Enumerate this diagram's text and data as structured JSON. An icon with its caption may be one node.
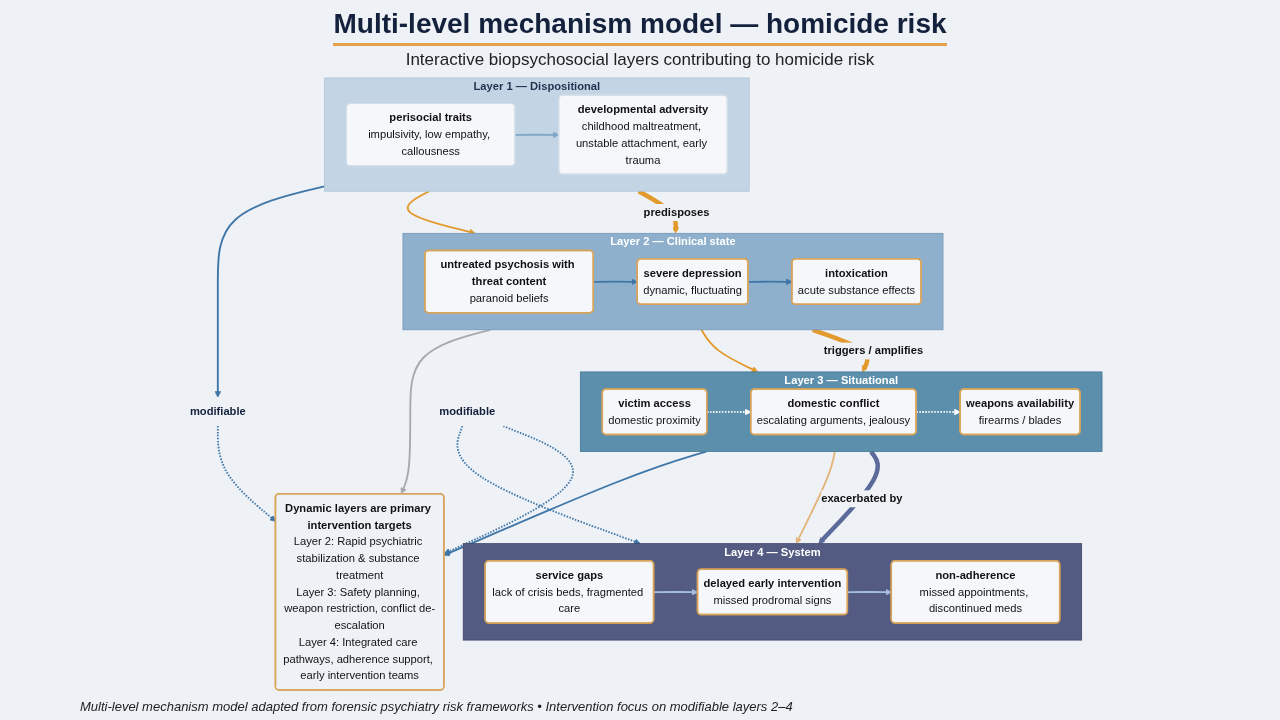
{
  "diagram": {
    "title": "Multi-level mechanism model — homicide risk",
    "caption": "Multi-level mechanism model adapted from forensic psychiatry risk frameworks • Intervention focus on modifiable layers 2–4",
    "nodes": [
      {
        "text": [
          "Layer 1 — Dispositional"
        ]
      },
      {
        "text": [
          "perisocial traits",
          "impulsivity, low empathy, callousness"
        ],
        "in": 0
      },
      {
        "text": [
          "developmental adversity",
          "childhood maltreatment, unstable attachment, early trauma"
        ],
        "in": 0
      },
      {
        "text": [
          "Layer 2 — Clinical state"
        ]
      },
      {
        "text": [
          "untreated psychosis with threat content",
          "paranoid beliefs"
        ],
        "in": 3
      },
      {
        "text": [
          "severe depression",
          "dynamic, fluctuating"
        ],
        "in": 3
      },
      {
        "text": [
          "intoxication",
          "acute substance effects"
        ],
        "in": 3
      },
      {
        "text": [
          "Layer 3 — Situational"
        ]
      },
      {
        "text": [
          "victim access",
          "domestic proximity"
        ],
        "in": 7
      },
      {
        "text": [
          "domestic conflict",
          "escalating arguments, jealousy"
        ],
        "in": 7
      },
      {
        "text": [
          "weapons availability",
          "firearms / blades"
        ],
        "in": 7
      },
      {
        "text": [
          "Layer 4 — System"
        ]
      },
      {
        "text": [
          "service gaps",
          "lack of crisis beds, fragmented care"
        ],
        "in": 11
      },
      {
        "text": [
          "delayed early intervention",
          "missed prodromal signs"
        ],
        "in": 11
      },
      {
        "text": [
          "non-adherence",
          "missed appointments, discontinued meds"
        ],
        "in": 11
      },
      {
        "text": [
          "modifiable"
        ]
      },
      {
        "text": [
          "Dynamic layers are primary intervention targets",
          "Layer 2: Rapid psychiatric stabilization & substance treatment",
          "Layer 3: Safety planning, weapon restriction, conflict de-escalation",
          "Layer 4: Integrated care pathways, adherence support, early intervention teams"
        ]
      },
      {
        "text": [
          "modifiable"
        ]
      }
    ],
    "edges": [
      {
        "from": 1,
        "to": 2,
        "arrow": "to",
        "color": "#7ea6c6"
      },
      {
        "from": 4,
        "to": 5,
        "arrow": "to"
      },
      {
        "from": 5,
        "to": 6,
        "arrow": "to"
      },
      {
        "from": 8,
        "to": 9,
        "arrow": "to",
        "style": "dashed",
        "color": "#ffffff"
      },
      {
        "from": 9,
        "to": 10,
        "arrow": "to",
        "style": "dashed",
        "color": "#ffffff"
      },
      {
        "from": 12,
        "to": 13,
        "arrow": "to",
        "color": "#a8bfdc"
      },
      {
        "from": 13,
        "to": 14,
        "arrow": "to",
        "color": "#a8bfdc"
      },
      {
        "from": 0,
        "to": 3,
        "arrow": "to",
        "label": "predisposes",
        "style": "thick",
        "color": "#e39a2d"
      },
      {
        "from": 3,
        "to": 7,
        "arrow": "to",
        "label": "triggers / amplifies",
        "style": "thick",
        "color": "#e39a2d"
      },
      {
        "from": 7,
        "to": 11,
        "arrow": "to",
        "label": "exacerbated by",
        "style": "thick",
        "color": "#5a6a9a"
      },
      {
        "from": 0,
        "to": 3,
        "arrow": "to",
        "color": "#e39a2d"
      },
      {
        "from": 3,
        "to": 7,
        "arrow": "to",
        "color": "#e39a2d"
      },
      {
        "from": 7,
        "to": 11,
        "arrow": "to",
        "color": "#e3b57a"
      },
      {
        "from": 0,
        "to": 15,
        "arrow": "to"
      },
      {
        "from": 15,
        "to": 16,
        "arrow": "to",
        "style": "dashed"
      },
      {
        "from": 3,
        "to": 16,
        "arrow": "to",
        "color": "#a6a9ad"
      },
      {
        "from": 7,
        "to": 16,
        "arrow": "to"
      },
      {
        "from": 17,
        "to": 11,
        "arrow": "to",
        "style": "dashed"
      },
      {
        "from": 17,
        "to": 16,
        "arrow": "to",
        "style": "dashed"
      }
    ],
    "labels": [
      "Interactive biopsychosocial layers contributing to homicide risk"
    ]
  }
}
